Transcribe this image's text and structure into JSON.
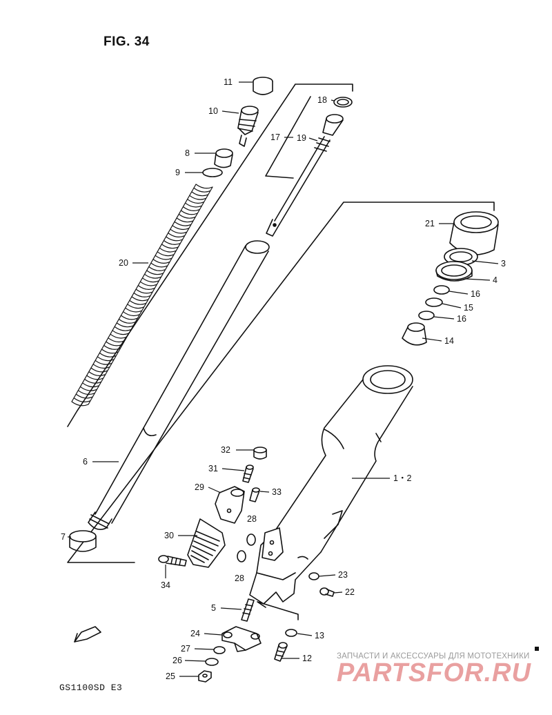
{
  "figure": {
    "title": "FIG. 34",
    "model": "GS1100SD E3"
  },
  "watermark": {
    "line1": "ЗАПЧАСТИ И АКСЕССУАРЫ ДЛЯ МОТОТЕХНИКИ",
    "logo": "PARTSFOR.RU"
  },
  "parts": [
    {
      "id": "part-11",
      "label": "11"
    },
    {
      "id": "part-10",
      "label": "10"
    },
    {
      "id": "part-8",
      "label": "8"
    },
    {
      "id": "part-9",
      "label": "9"
    },
    {
      "id": "part-20",
      "label": "20"
    },
    {
      "id": "part-18",
      "label": "18"
    },
    {
      "id": "part-17",
      "label": "17"
    },
    {
      "id": "part-19",
      "label": "19"
    },
    {
      "id": "part-21",
      "label": "21"
    },
    {
      "id": "part-3",
      "label": "3"
    },
    {
      "id": "part-4",
      "label": "4"
    },
    {
      "id": "part-16a",
      "label": "16"
    },
    {
      "id": "part-15",
      "label": "15"
    },
    {
      "id": "part-16b",
      "label": "16"
    },
    {
      "id": "part-14",
      "label": "14"
    },
    {
      "id": "part-6",
      "label": "6"
    },
    {
      "id": "part-7",
      "label": "7"
    },
    {
      "id": "part-1-2",
      "label": "1・2"
    },
    {
      "id": "part-32",
      "label": "32"
    },
    {
      "id": "part-31",
      "label": "31"
    },
    {
      "id": "part-29",
      "label": "29"
    },
    {
      "id": "part-33",
      "label": "33"
    },
    {
      "id": "part-28a",
      "label": "28"
    },
    {
      "id": "part-30",
      "label": "30"
    },
    {
      "id": "part-28b",
      "label": "28"
    },
    {
      "id": "part-34",
      "label": "34"
    },
    {
      "id": "part-23",
      "label": "23"
    },
    {
      "id": "part-22",
      "label": "22"
    },
    {
      "id": "part-5",
      "label": "5"
    },
    {
      "id": "part-24",
      "label": "24"
    },
    {
      "id": "part-13",
      "label": "13"
    },
    {
      "id": "part-27",
      "label": "27"
    },
    {
      "id": "part-26",
      "label": "26"
    },
    {
      "id": "part-12",
      "label": "12"
    },
    {
      "id": "part-25",
      "label": "25"
    }
  ],
  "icons": {
    "fwd_arrow": "fwd-arrow-icon"
  },
  "colors": {
    "ink": "#111111",
    "watermark_logo": "#e9a0a0",
    "watermark_text": "#9a9a9a"
  }
}
